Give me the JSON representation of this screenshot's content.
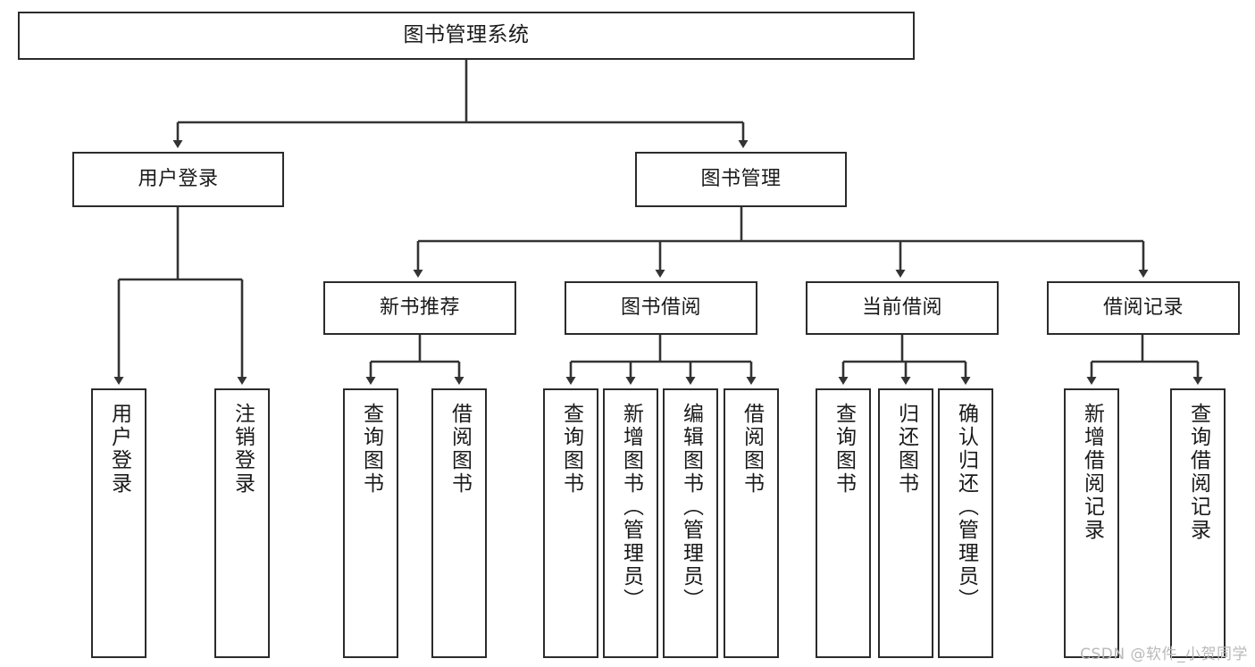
{
  "diagram": {
    "title": "图书管理系统",
    "type": "tree-hierarchy-chart",
    "colors": {
      "box_border": "#2b2b2b",
      "box_fill": "#ffffff",
      "connector": "#333333",
      "text": "#1a1a1a",
      "watermark": "#b9b9b9"
    },
    "root": {
      "label": "图书管理系统"
    },
    "level2": [
      {
        "label": "用户登录"
      },
      {
        "label": "图书管理"
      }
    ],
    "level3": [
      {
        "label": "新书推荐"
      },
      {
        "label": "图书借阅"
      },
      {
        "label": "当前借阅"
      },
      {
        "label": "借阅记录"
      }
    ],
    "leaves": {
      "user_login": [
        {
          "label": "用户登录"
        },
        {
          "label": "注销登录"
        }
      ],
      "new_book": [
        {
          "label": "查询图书"
        },
        {
          "label": "借阅图书"
        }
      ],
      "book_borrow": [
        {
          "label": "查询图书"
        },
        {
          "label": "新增图书（管理员）"
        },
        {
          "label": "编辑图书（管理员）"
        },
        {
          "label": "借阅图书"
        }
      ],
      "current_borrow": [
        {
          "label": "查询图书"
        },
        {
          "label": "归还图书"
        },
        {
          "label": "确认归还（管理员）"
        }
      ],
      "borrow_record": [
        {
          "label": "新增借阅记录"
        },
        {
          "label": "查询借阅记录"
        }
      ]
    },
    "watermark": "CSDN @软件_小贺同学"
  }
}
